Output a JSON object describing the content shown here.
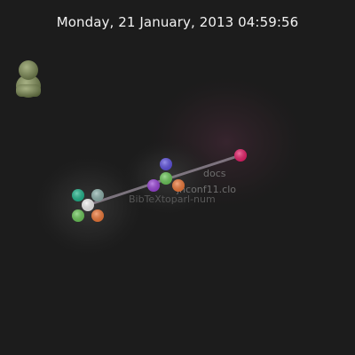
{
  "header": {
    "timestamp": "Monday, 21 January, 2013 04:59:56"
  },
  "user": {
    "icon": "user-avatar-icon",
    "color": "#7d8a5c"
  },
  "graph": {
    "hub_color": "#f2f2f2",
    "edge_color": "#9a8f9c",
    "root_color": "#e8206a",
    "labels": {
      "docs": "docs",
      "file": "jhconf11.clo",
      "project": "BibTeXtoparl-num"
    },
    "dot_colors": {
      "teal": "#22b58d",
      "grey_teal": "#8fb3ad",
      "green": "#6cc85a",
      "orange": "#f07a3a",
      "blue": "#5f52e0",
      "purple": "#9b45d8",
      "pink": "#e8206a"
    }
  }
}
